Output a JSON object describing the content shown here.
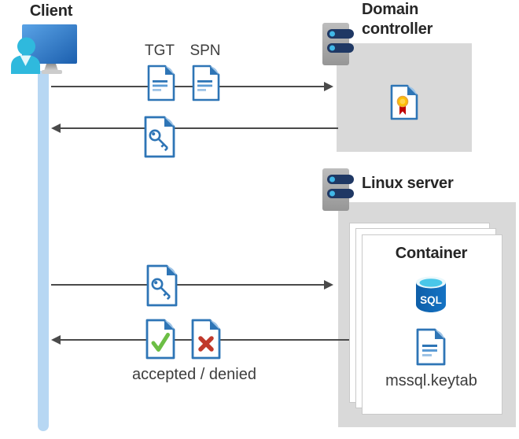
{
  "client": {
    "label": "Client"
  },
  "flows": {
    "tgt_label": "TGT",
    "spn_label": "SPN",
    "accepted_denied_label": "accepted / denied"
  },
  "domain_controller": {
    "label": "Domain controller"
  },
  "linux_server": {
    "label": "Linux server"
  },
  "container": {
    "label": "Container",
    "sql_badge_text": "SQL",
    "keytab_file_label": "mssql.keytab"
  },
  "icons": [
    "client-computer-user-icon",
    "client-lifeline",
    "tgt-document-icon",
    "spn-document-icon",
    "ticket-key-document-icon",
    "ticket-key-document-icon-2",
    "accepted-check-document-icon",
    "denied-x-document-icon",
    "certificate-document-icon",
    "server-icon-domain-controller",
    "server-icon-linux",
    "sql-database-icon",
    "keytab-document-icon",
    "arrow-client-to-dc",
    "arrow-dc-to-client",
    "arrow-client-to-container",
    "arrow-container-to-client"
  ],
  "colors": {
    "doc_border_blue": "#2e75b6",
    "doc_line_medium": "#5b9bd5",
    "doc_fold_light": "#9dc3e6",
    "gray_box": "#d9d9d9",
    "arrow_gray": "#4a4a4a",
    "lifeline_blue": "#b7d7f3",
    "person_cyan": "#2fb9dd",
    "monitor_blue_light": "#56a0e8",
    "monitor_blue_dark": "#1c5fae",
    "check_green": "#6cbe45",
    "cross_red": "#c0392b",
    "cert_seal_yellow": "#ffc000",
    "cert_ribbon_red": "#c00000",
    "sql_body_blue": "#1068b5",
    "sql_top_cyan": "#49c7e9",
    "server_bar_navy": "#1f3864",
    "server_dot_blue": "#41b8e8",
    "title_text": "#262626",
    "plain_text": "#3d3d3d"
  }
}
